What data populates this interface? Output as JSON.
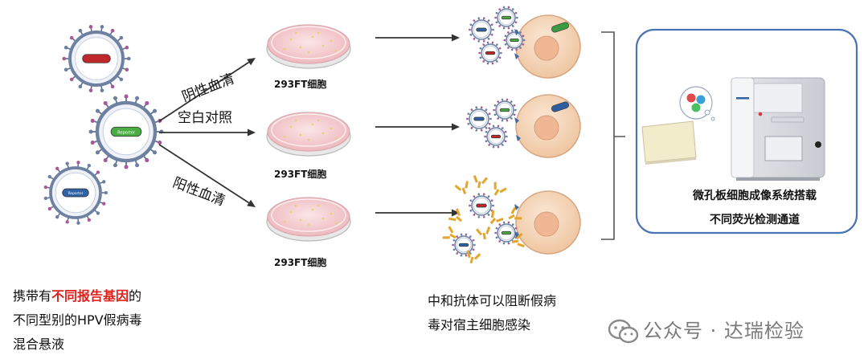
{
  "viruses": [
    {
      "gene_color": "#c0282a",
      "gene_label": ""
    },
    {
      "gene_color": "#49ad44",
      "gene_label": "Reporter"
    },
    {
      "gene_color": "#2f63a8",
      "gene_label": "Reporter"
    }
  ],
  "treatments": {
    "negative_serum": "阴性血清",
    "blank_control": "空白对照",
    "positive_serum": "阳性血清"
  },
  "dishes": [
    {
      "label": "293FT细胞"
    },
    {
      "label": "293FT细胞"
    },
    {
      "label": "293FT细胞"
    }
  ],
  "outcomes": [
    {
      "state": "infected",
      "cell_marker_color": "#3a9a3f"
    },
    {
      "state": "infected",
      "cell_marker_color": "#2b5d9f"
    },
    {
      "state": "blocked",
      "cell_marker_color": ""
    }
  ],
  "instrument": {
    "caption_line1": "微孔板细胞成像系统搭载",
    "caption_line2": "不同荧光检测通道"
  },
  "captions": {
    "left_line1_prefix": "携带有",
    "left_line1_highlight": "不同报告基因",
    "left_line1_suffix": "的",
    "left_line2": "不同型别的HPV假病毒",
    "left_line3": "混合悬液",
    "middle_line1": "中和抗体可以阻断假病",
    "middle_line2": "毒对宿主细胞感染"
  },
  "watermark": "公众号 · 达瑞检验",
  "colors": {
    "highlight_red": "#e0201b",
    "frame_blue": "#4a74b3",
    "dish_pink": "#f5d6d8",
    "cell_fill": "#f7dcc4"
  }
}
